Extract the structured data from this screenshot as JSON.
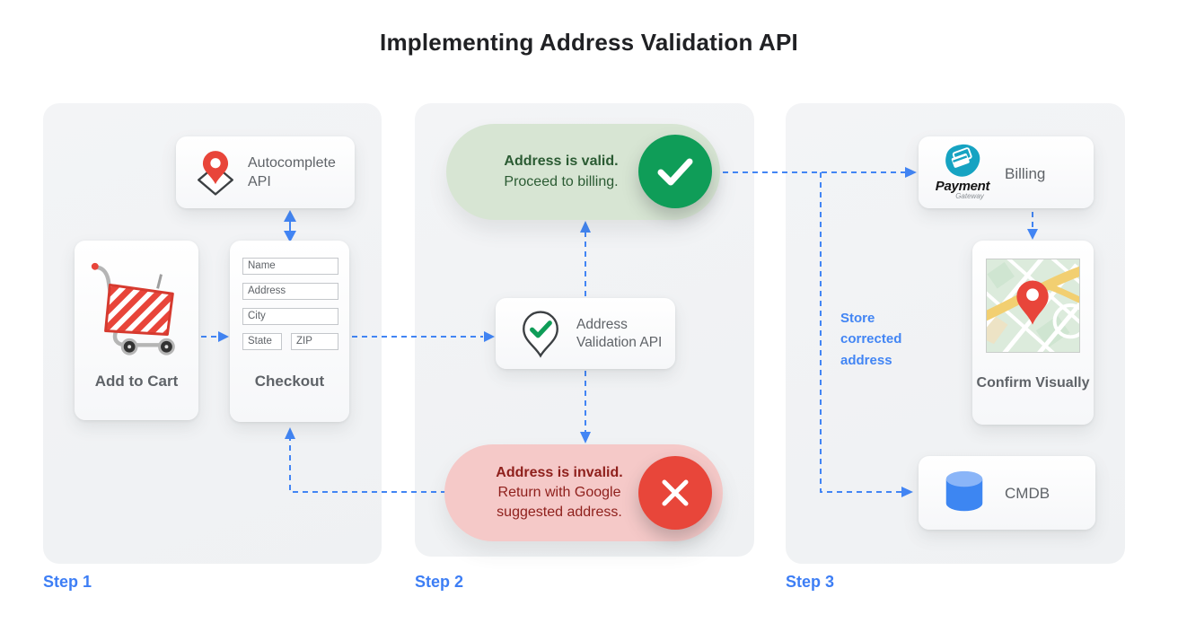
{
  "title": "Implementing Address Validation API",
  "step_labels": {
    "step1": "Step 1",
    "step2": "Step 2",
    "step3": "Step 3"
  },
  "step1": {
    "autocomplete_api": {
      "label": "Autocomplete API"
    },
    "add_to_cart": {
      "label": "Add to Cart"
    },
    "checkout": {
      "label": "Checkout",
      "fields": {
        "name": "Name",
        "address": "Address",
        "city": "City",
        "state": "State",
        "zip": "ZIP"
      }
    }
  },
  "step2": {
    "address_validation_api": {
      "label": "Address Validation API"
    },
    "valid_result": {
      "title": "Address is valid.",
      "subtitle": "Proceed to billing."
    },
    "invalid_result": {
      "title": "Address is invalid.",
      "subtitle": "Return with Google suggested address."
    }
  },
  "step3": {
    "billing": {
      "label": "Billing",
      "logo_name": "Payment",
      "logo_sub": "Gateway"
    },
    "confirm_visually": {
      "label": "Confirm Visually"
    },
    "cmdb": {
      "label": "CMDB"
    },
    "annotation": "Store corrected address"
  },
  "colors": {
    "arrow_blue": "#4285f4",
    "step_label_blue": "#3d7ef5",
    "success_green": "#0f9d58",
    "success_bg": "#d7e5d3",
    "success_text": "#2b5b33",
    "error_red": "#e8463a",
    "error_bg": "#f5c9c8",
    "error_text": "#8e1f1b"
  }
}
